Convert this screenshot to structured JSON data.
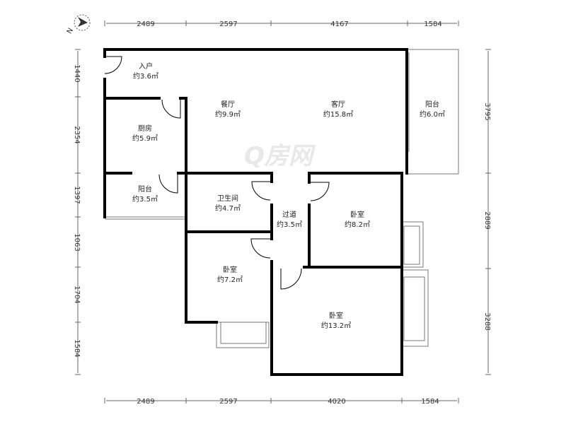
{
  "compass": {
    "label": "N"
  },
  "watermark": "Q房网",
  "dimensions": {
    "top": [
      "2489",
      "2597",
      "4167",
      "1584"
    ],
    "bottom": [
      "2489",
      "2597",
      "4020",
      "1584"
    ],
    "left": [
      "1440",
      "2354",
      "1397",
      "1063",
      "1704",
      "1584"
    ],
    "right": [
      "3795",
      "2889",
      "3288"
    ]
  },
  "rooms": [
    {
      "name": "入户",
      "area": "约3.6㎡"
    },
    {
      "name": "餐厅",
      "area": "约9.9㎡"
    },
    {
      "name": "客厅",
      "area": "约15.8㎡"
    },
    {
      "name": "阳台",
      "area": "约6.0㎡"
    },
    {
      "name": "厨房",
      "area": "约5.9㎡"
    },
    {
      "name": "阳台",
      "area": "约3.5㎡"
    },
    {
      "name": "卫生间",
      "area": "约4.7㎡"
    },
    {
      "name": "过道",
      "area": "约3.5㎡"
    },
    {
      "name": "卧室",
      "area": "约8.2㎡"
    },
    {
      "name": "卧室",
      "area": "约7.2㎡"
    },
    {
      "name": "卧室",
      "area": "约13.2㎡"
    }
  ]
}
